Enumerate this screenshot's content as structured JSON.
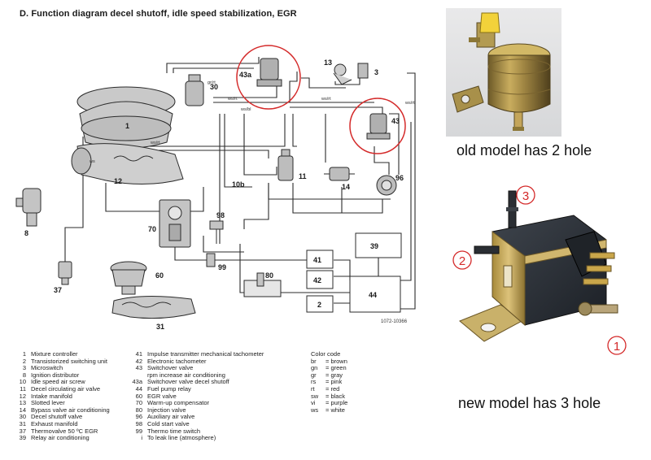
{
  "diagram": {
    "title": "D.  Function diagram decel shutoff, idle speed stabilization, EGR",
    "figure_number": "1072-10366",
    "labels": {
      "n1": "1",
      "n3": "3",
      "n8": "8",
      "n10b": "10b",
      "n11": "11",
      "n12": "12",
      "n13": "13",
      "n14": "14",
      "n30": "30",
      "n31": "31",
      "n37": "37",
      "n39": "39",
      "n41": "41",
      "n42": "42",
      "n43": "43",
      "n43a": "43a",
      "n44": "44",
      "n60": "60",
      "n70": "70",
      "n80": "80",
      "n96": "96",
      "n98": "98",
      "n99": "99",
      "n2": "2"
    },
    "wire_labels": {
      "ws_rt_top": "ws/rt",
      "ws_rt_right": "ws/rt",
      "ws_rt_mid": "ws/rt",
      "ws_bl": "ws/bl",
      "ws_rt_left": "ws/rt",
      "gr_rt": "gr/rt",
      "ws_left": "ws"
    },
    "highlights": [
      "switchover-valve-43a",
      "switchover-valve-43"
    ]
  },
  "legend": {
    "components_col1": [
      {
        "num": "1",
        "text": "Mixture controller"
      },
      {
        "num": "2",
        "text": "Transistorized switching unit"
      },
      {
        "num": "3",
        "text": "Microswitch"
      },
      {
        "num": "8",
        "text": "Ignition distributor"
      },
      {
        "num": "10",
        "text": "Idle speed air screw"
      },
      {
        "num": "11",
        "text": "Decel circulating air valve"
      },
      {
        "num": "12",
        "text": "Intake manifold"
      },
      {
        "num": "13",
        "text": "Slotted lever"
      },
      {
        "num": "14",
        "text": "Bypass valve air conditioning"
      },
      {
        "num": "30",
        "text": "Decel shutoff valve"
      },
      {
        "num": "31",
        "text": "Exhaust manifold"
      },
      {
        "num": "37",
        "text": "Thermovalve 50 ºC EGR"
      },
      {
        "num": "39",
        "text": "Relay air conditioning"
      }
    ],
    "components_col2": [
      {
        "num": "41",
        "text": "Impulse transmitter mechanical tachometer"
      },
      {
        "num": "42",
        "text": "Electronic tachometer"
      },
      {
        "num": "43",
        "text": "Switchover valve"
      },
      {
        "num": "",
        "text": "rpm increase air conditioning"
      },
      {
        "num": "43a",
        "text": "Switchover valve decel shutoff"
      },
      {
        "num": "44",
        "text": "Fuel pump relay"
      },
      {
        "num": "60",
        "text": "EGR valve"
      },
      {
        "num": "70",
        "text": "Warm-up compensator"
      },
      {
        "num": "80",
        "text": "Injection valve"
      },
      {
        "num": "96",
        "text": "Auxiliary air valve"
      },
      {
        "num": "98",
        "text": "Cold start valve"
      },
      {
        "num": "99",
        "text": "Thermo time switch"
      },
      {
        "num": "i",
        "text": "To leak line (atmosphere)"
      }
    ],
    "color_code_title": "Color code",
    "color_codes": [
      {
        "code": "br",
        "text": "= brown"
      },
      {
        "code": "gn",
        "text": "= green"
      },
      {
        "code": "gr",
        "text": "= gray"
      },
      {
        "code": "rs",
        "text": "= pink"
      },
      {
        "code": "rt",
        "text": "= red"
      },
      {
        "code": "sw",
        "text": "= black"
      },
      {
        "code": "vi",
        "text": "= purple"
      },
      {
        "code": "ws",
        "text": "= white"
      }
    ]
  },
  "photos": {
    "old_caption": "old model has 2 hole",
    "new_caption": "new model has 3 hole",
    "port_labels": {
      "p1": "1",
      "p2": "2",
      "p3": "3"
    }
  },
  "colors": {
    "highlight_circle": "#d42a2a",
    "line": "#2b2b2b",
    "component_fill": "#c9c9c9",
    "brass": "#b59a4a",
    "valve_body_dark": "#2c3138"
  }
}
